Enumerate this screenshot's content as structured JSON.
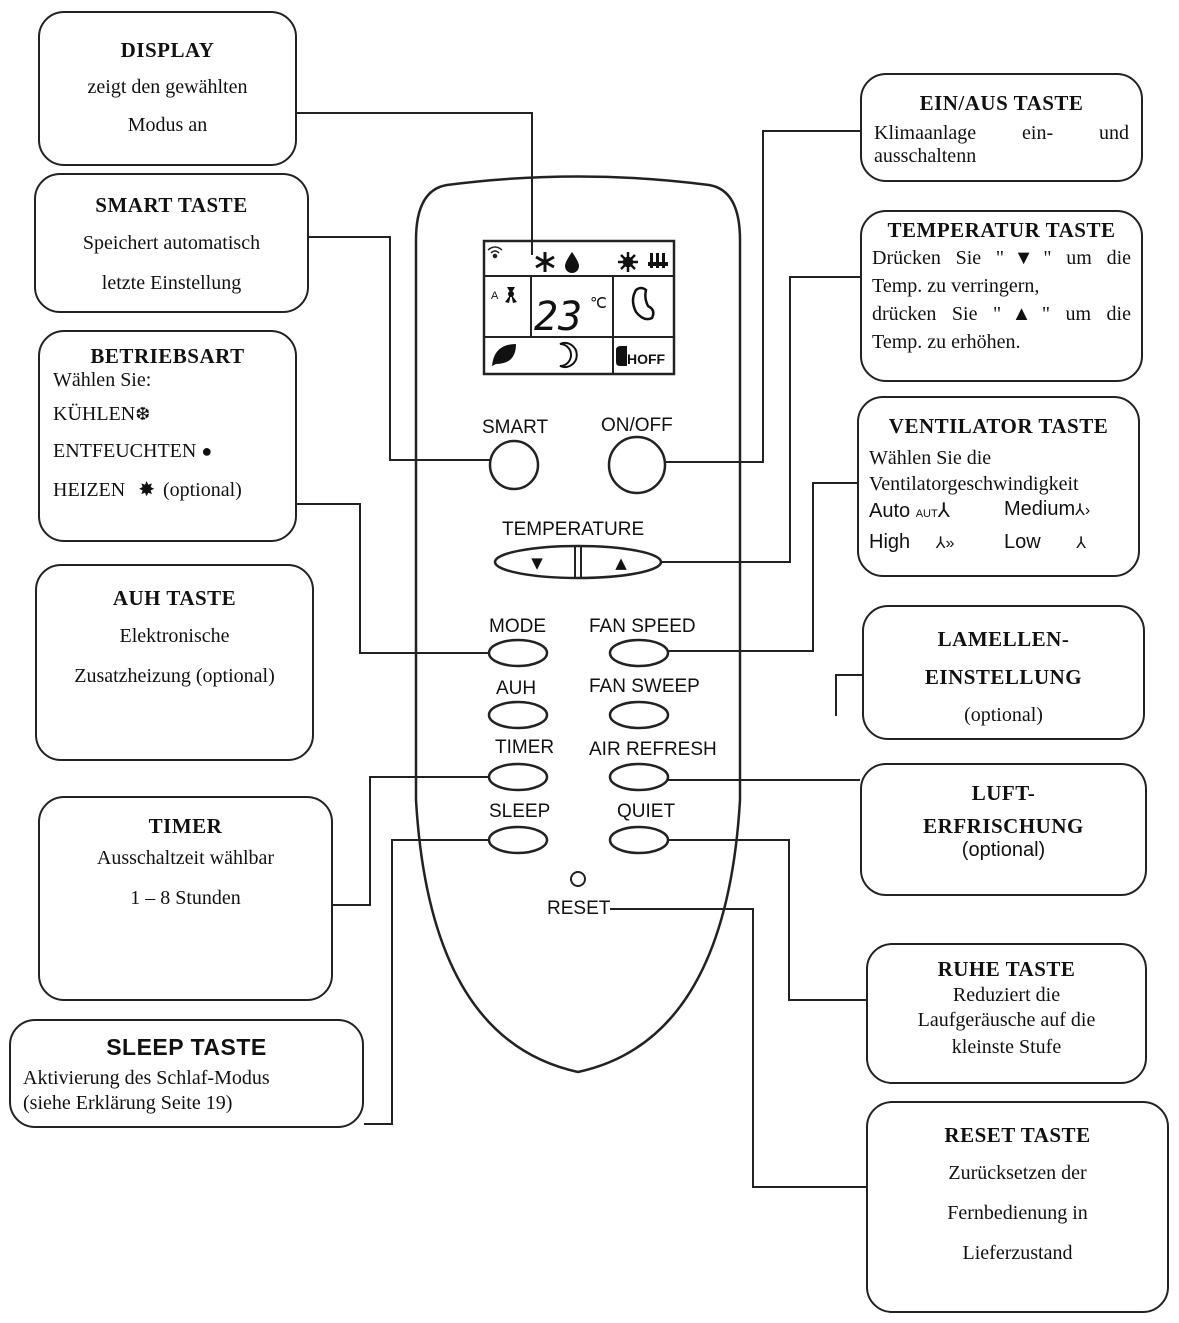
{
  "display_box": {
    "title": "DISPLAY",
    "line1": "zeigt den gewählten",
    "line2": "Modus an"
  },
  "smart_box": {
    "title": "SMART TASTE",
    "line1": "Speichert automatisch",
    "line2": "letzte Einstellung"
  },
  "betriebsart_box": {
    "title": "BETRIEBSART",
    "intro": "Wählen Sie:",
    "kuehlen": "KÜHLEN",
    "entfeuchten": "ENTFEUCHTEN",
    "heizen": "HEIZEN",
    "optional": "(optional)"
  },
  "auh_box": {
    "title": "AUH TASTE",
    "line1": "Elektronische",
    "line2": "Zusatzheizung (optional)"
  },
  "timer_box": {
    "title": "TIMER",
    "line1": "Ausschaltzeit wählbar",
    "line2": "1 – 8 Stunden"
  },
  "sleep_box": {
    "title": "SLEEP TASTE",
    "line1": "Aktivierung des Schlaf-Modus",
    "line2": "(siehe Erklärung Seite 19)"
  },
  "einaus_box": {
    "title": "EIN/AUS TASTE",
    "line1": "Klimaanlage ein- und",
    "line2": "ausschaltenn"
  },
  "temperatur_box": {
    "title": "TEMPERATUR TASTE",
    "line1": "Drücken Sie \"▼\" um die",
    "line2": "Temp. zu verringern,",
    "line3": "drücken Sie \"▲\" um die",
    "line4": "Temp. zu erhöhen."
  },
  "ventilator_box": {
    "title": "VENTILATOR TASTE",
    "line1": "Wählen Sie die",
    "line2": "Ventilatorgeschwindigkeit",
    "auto": "Auto",
    "auto_tag": "AUT",
    "medium": "Medium",
    "high": "High",
    "low": "Low"
  },
  "lamellen_box": {
    "title1": "LAMELLEN-",
    "title2": "EINSTELLUNG",
    "line1": "(optional)"
  },
  "luft_box": {
    "title1": "LUFT-",
    "title2": "ERFRISCHUNG",
    "line1": "(optional)"
  },
  "ruhe_box": {
    "title": "RUHE TASTE",
    "line1": "Reduziert die",
    "line2": "Laufgeräusche auf die",
    "line3": "kleinste Stufe"
  },
  "reset_box": {
    "title": "RESET TASTE",
    "line1": "Zurücksetzen der",
    "line2": "Fernbedienung in",
    "line3": "Lieferzustand"
  },
  "remote": {
    "lcd": {
      "temp": "23",
      "unit": "℃",
      "auto_mode": "A",
      "hoff": "HOFF"
    },
    "smart": "SMART",
    "onoff": "ON/OFF",
    "temperature": "TEMPERATURE",
    "down": "▼",
    "up": "▲",
    "mode": "MODE",
    "fan_speed": "FAN SPEED",
    "auh": "AUH",
    "fan_sweep": "FAN SWEEP",
    "timer": "TIMER",
    "air_refresh": "AIR REFRESH",
    "sleep": "SLEEP",
    "quiet": "QUIET",
    "reset": "RESET"
  }
}
